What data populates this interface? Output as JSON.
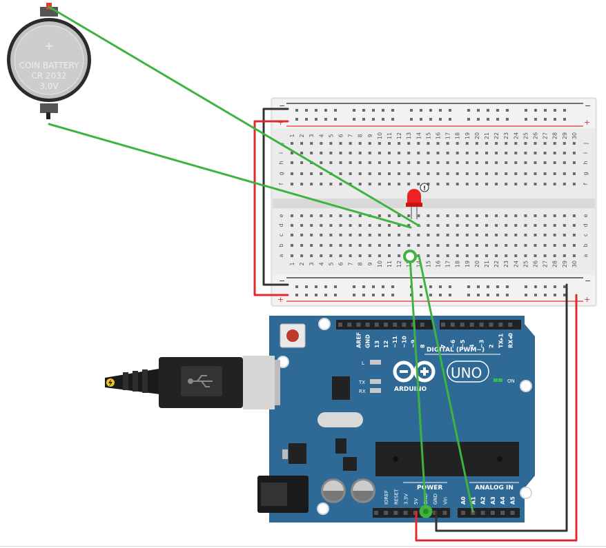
{
  "battery": {
    "line1": "COIN BATTERY",
    "line2": "CR 2032",
    "line3": "3.0V",
    "plus": "+"
  },
  "breadboard": {
    "rail_minus": "−",
    "rail_plus": "+",
    "row_letters_top": [
      "j",
      "i",
      "h",
      "g",
      "f"
    ],
    "row_letters_bottom": [
      "e",
      "d",
      "c",
      "b",
      "a"
    ],
    "columns": [
      "1",
      "2",
      "3",
      "4",
      "5",
      "6",
      "7",
      "8",
      "9",
      "10",
      "11",
      "12",
      "13",
      "14",
      "15",
      "16",
      "17",
      "18",
      "19",
      "20",
      "21",
      "22",
      "23",
      "24",
      "25",
      "26",
      "27",
      "28",
      "29",
      "30"
    ]
  },
  "led": {
    "info": "!"
  },
  "arduino": {
    "logo_text": "ARDUINO",
    "model": "UNO",
    "digital_label": "DIGITAL (PWM~)",
    "digital_pins": [
      "AREF",
      "GND",
      "13",
      "12",
      "~11",
      "~10",
      "~9",
      "8",
      "7",
      "~6",
      "~5",
      "4",
      "~3",
      "2",
      "TX▸1",
      "RX◂0"
    ],
    "power_label": "POWER",
    "analog_label": "ANALOG IN",
    "power_pins": [
      "IOREF",
      "RESET",
      "3.3V",
      "5V",
      "GND",
      "GND",
      "Vin"
    ],
    "analog_pins": [
      "A0",
      "A1",
      "A2",
      "A3",
      "A4",
      "A5"
    ],
    "led_l": "L",
    "led_tx": "TX",
    "led_rx": "RX",
    "led_on": "ON"
  },
  "colors": {
    "wire_green": "#3fb33f",
    "wire_red": "#e12b2b",
    "wire_black": "#333333",
    "board_blue": "#2f6a96",
    "breadboard": "#ececec"
  }
}
